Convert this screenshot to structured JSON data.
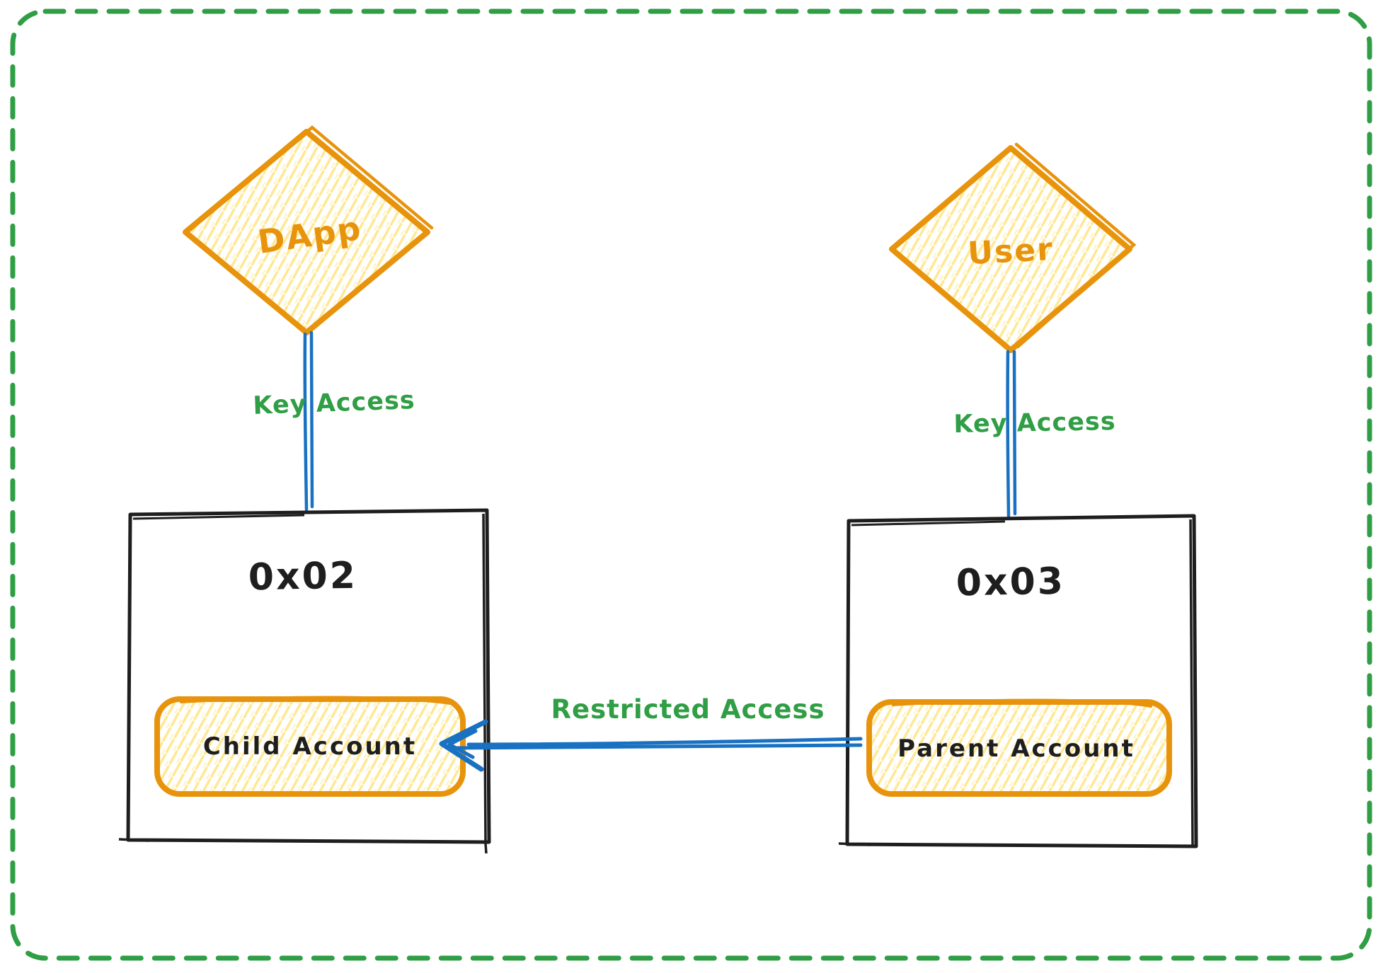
{
  "canvas": {
    "background": "#ffffff",
    "border_color": "#2f9e44",
    "border_style": "dashed"
  },
  "palette": {
    "orange": "#e8930c",
    "hatch_yellow": "#ffd43b",
    "green": "#2f9e44",
    "blue": "#1971c2",
    "ink": "#1e1e1e"
  },
  "actors": {
    "dapp": {
      "label": "DApp",
      "shape": "diamond"
    },
    "user": {
      "label": "User",
      "shape": "diamond"
    }
  },
  "accounts": {
    "left_box": {
      "address": "0x02",
      "inner": {
        "label": "Child Account"
      }
    },
    "right_box": {
      "address": "0x03",
      "inner": {
        "label": "Parent Account"
      }
    }
  },
  "connections": {
    "dapp_to_child": {
      "label": "Key Access",
      "from": "DApp",
      "to": "0x02"
    },
    "user_to_parent": {
      "label": "Key Access",
      "from": "User",
      "to": "0x03"
    },
    "parent_to_child": {
      "label": "Restricted Access",
      "from": "Parent Account",
      "to": "Child Account",
      "arrow": "left"
    }
  }
}
